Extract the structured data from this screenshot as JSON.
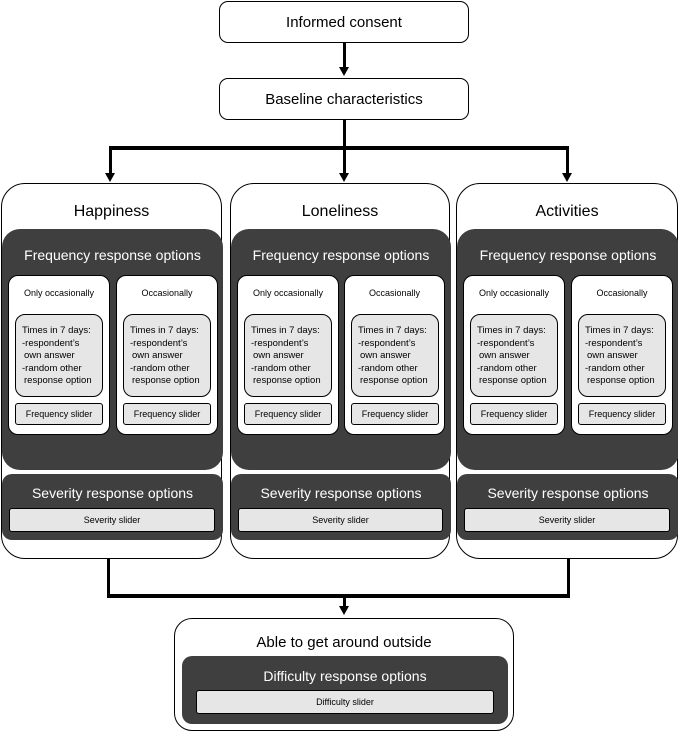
{
  "top": {
    "consent": "Informed consent",
    "baseline": "Baseline characteristics"
  },
  "columns": [
    {
      "title": "Happiness",
      "frequency_title": "Frequency response options",
      "cards": [
        {
          "title": "Only occasionally",
          "details": [
            "Times in 7 days:",
            "-respondent’s",
            "own answer",
            "-random other",
            "response option"
          ],
          "slider": "Frequency slider"
        },
        {
          "title": "Occasionally",
          "details": [
            "Times in 7 days:",
            "-respondent’s",
            "own answer",
            "-random other",
            "response option"
          ],
          "slider": "Frequency slider"
        }
      ],
      "severity_title": "Severity response options",
      "severity_slider": "Severity slider"
    },
    {
      "title": "Loneliness",
      "frequency_title": "Frequency response options",
      "cards": [
        {
          "title": "Only occasionally",
          "details": [
            "Times in 7 days:",
            "-respondent’s",
            "own answer",
            "-random other",
            "response option"
          ],
          "slider": "Frequency slider"
        },
        {
          "title": "Occasionally",
          "details": [
            "Times in 7 days:",
            "-respondent’s",
            "own answer",
            "-random other",
            "response option"
          ],
          "slider": "Frequency slider"
        }
      ],
      "severity_title": "Severity response options",
      "severity_slider": "Severity slider"
    },
    {
      "title": "Activities",
      "frequency_title": "Frequency response options",
      "cards": [
        {
          "title": "Only occasionally",
          "details": [
            "Times in 7 days:",
            "-respondent’s",
            "own answer",
            "-random other",
            "response option"
          ],
          "slider": "Frequency slider"
        },
        {
          "title": "Occasionally",
          "details": [
            "Times in 7 days:",
            "-respondent’s",
            "own answer",
            "-random other",
            "response option"
          ],
          "slider": "Frequency slider"
        }
      ],
      "severity_title": "Severity response options",
      "severity_slider": "Severity slider"
    }
  ],
  "bottom": {
    "title": "Able to get around outside",
    "difficulty_title": "Difficulty response options",
    "difficulty_slider": "Difficulty slider"
  }
}
